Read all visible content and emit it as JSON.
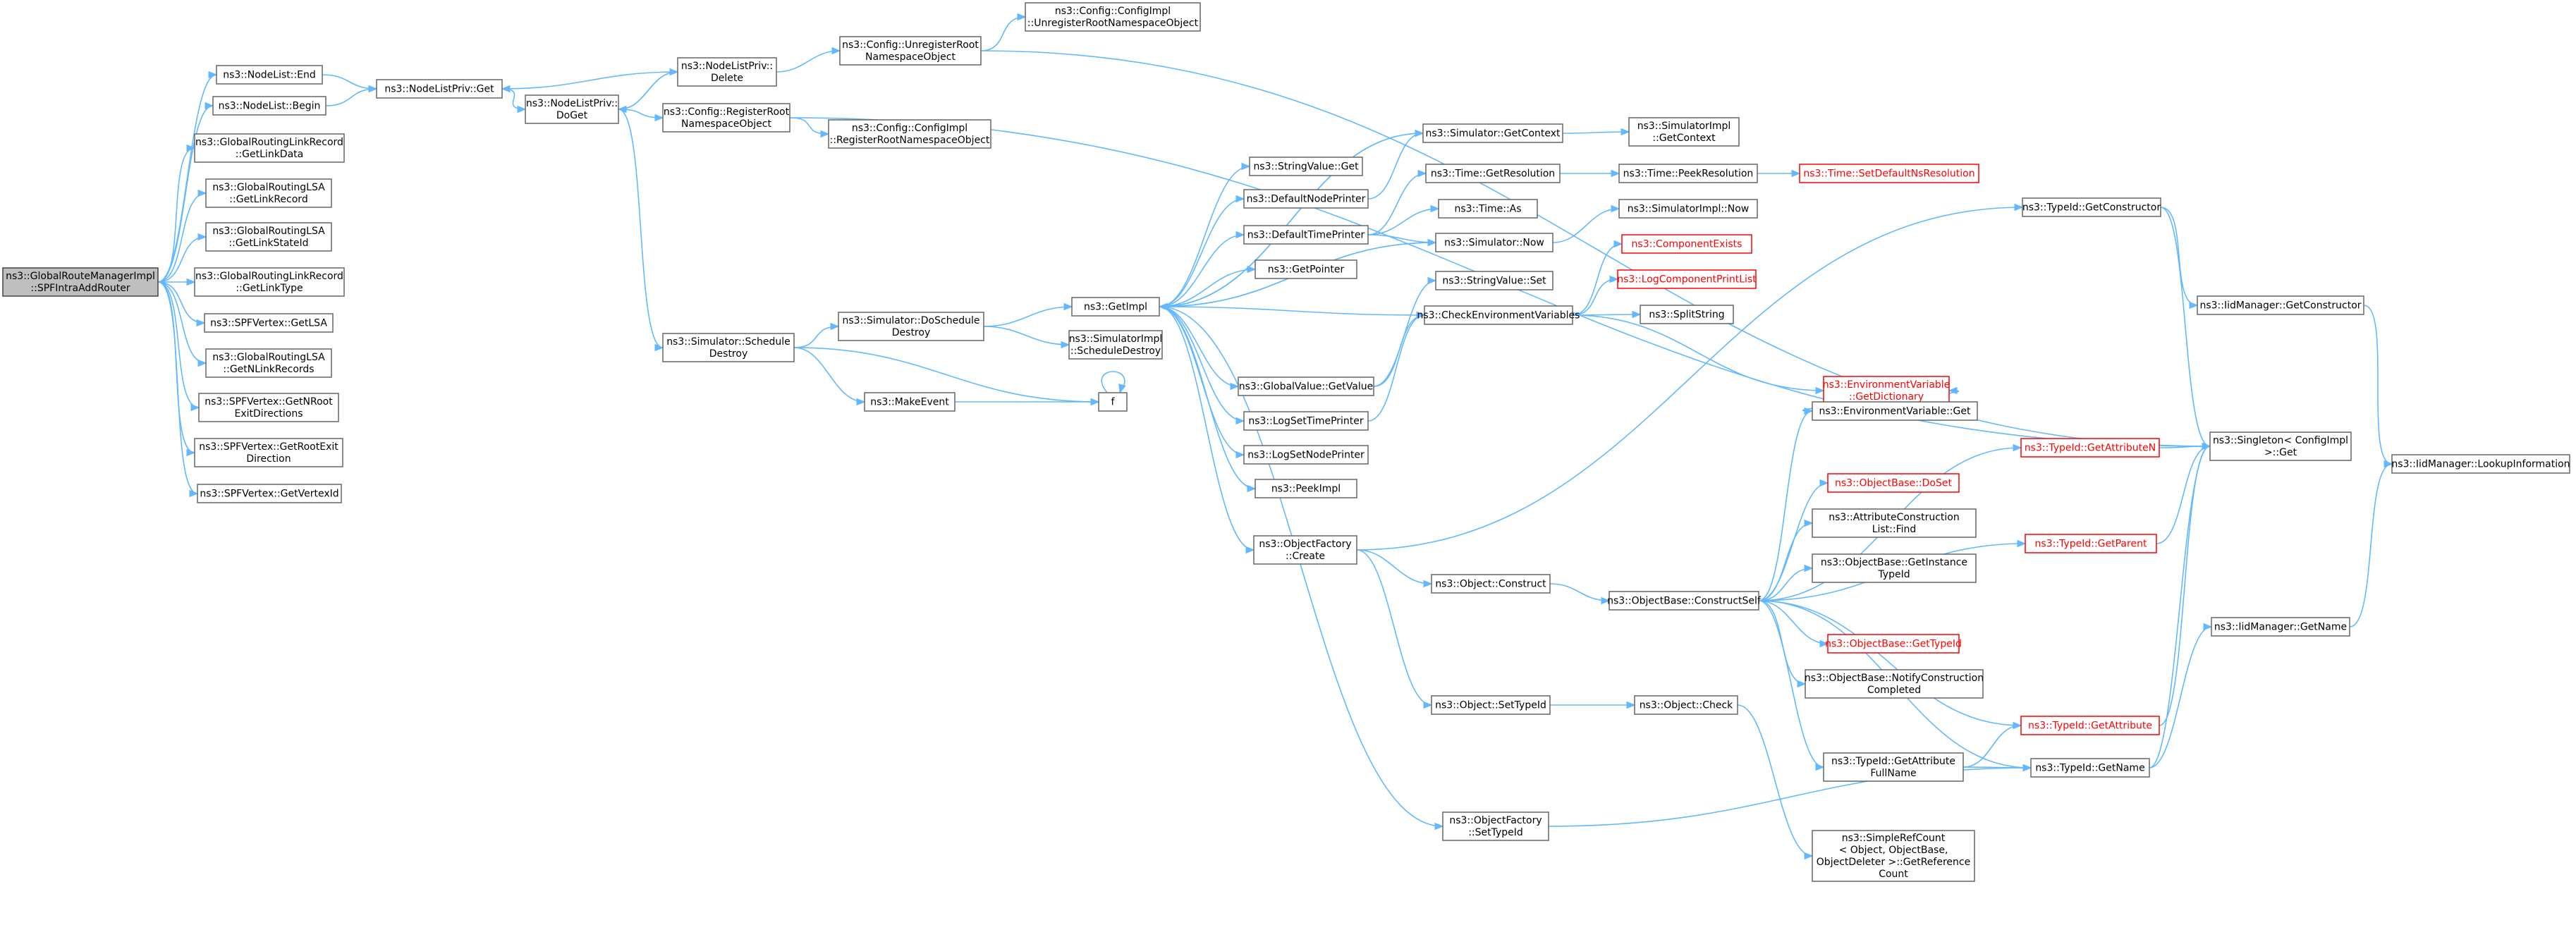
{
  "graph": {
    "colors": {
      "edge": "#63b8ff",
      "node_border": "#666666",
      "root_fill": "#bfbfbf",
      "warning_border": "#ff0000",
      "background": "#ffffff"
    },
    "nodes": [
      {
        "id": "root",
        "lines": [
          "ns3::GlobalRouteManagerImpl",
          "::SPFIntraAddRouter"
        ],
        "style": "root"
      },
      {
        "id": "nl_end",
        "lines": [
          "ns3::NodeList::End"
        ]
      },
      {
        "id": "nl_begin",
        "lines": [
          "ns3::NodeList::Begin"
        ]
      },
      {
        "id": "glr_getlinkdata",
        "lines": [
          "ns3::GlobalRoutingLinkRecord",
          "::GetLinkData"
        ]
      },
      {
        "id": "glsa_getlinkrecord",
        "lines": [
          "ns3::GlobalRoutingLSA",
          "::GetLinkRecord"
        ]
      },
      {
        "id": "glsa_getlinkstateid",
        "lines": [
          "ns3::GlobalRoutingLSA",
          "::GetLinkStateId"
        ]
      },
      {
        "id": "glr_getlinktype",
        "lines": [
          "ns3::GlobalRoutingLinkRecord",
          "::GetLinkType"
        ]
      },
      {
        "id": "spf_getlsa",
        "lines": [
          "ns3::SPFVertex::GetLSA"
        ]
      },
      {
        "id": "glsa_getnlinkrecords",
        "lines": [
          "ns3::GlobalRoutingLSA",
          "::GetNLinkRecords"
        ]
      },
      {
        "id": "spf_getnroot",
        "lines": [
          "ns3::SPFVertex::GetNRoot",
          "ExitDirections"
        ]
      },
      {
        "id": "spf_getrootexit",
        "lines": [
          "ns3::SPFVertex::GetRootExit",
          "Direction"
        ]
      },
      {
        "id": "spf_getvertexid",
        "lines": [
          "ns3::SPFVertex::GetVertexId"
        ]
      },
      {
        "id": "nlp_get",
        "lines": [
          "ns3::NodeListPriv::Get"
        ]
      },
      {
        "id": "nlp_doget",
        "lines": [
          "ns3::NodeListPriv::",
          "DoGet"
        ]
      },
      {
        "id": "nlp_delete",
        "lines": [
          "ns3::NodeListPriv::",
          "Delete"
        ]
      },
      {
        "id": "cfg_unregister",
        "lines": [
          "ns3::Config::UnregisterRoot",
          "NamespaceObject"
        ]
      },
      {
        "id": "cfgimpl_unregister",
        "lines": [
          "ns3::Config::ConfigImpl",
          "::UnregisterRootNamespaceObject"
        ]
      },
      {
        "id": "cfg_register",
        "lines": [
          "ns3::Config::RegisterRoot",
          "NamespaceObject"
        ]
      },
      {
        "id": "cfgimpl_register",
        "lines": [
          "ns3::Config::ConfigImpl",
          "::RegisterRootNamespaceObject"
        ]
      },
      {
        "id": "sim_scheduledestroy",
        "lines": [
          "ns3::Simulator::Schedule",
          "Destroy"
        ]
      },
      {
        "id": "sim_doscheduledestroy",
        "lines": [
          "ns3::Simulator::DoSchedule",
          "Destroy"
        ]
      },
      {
        "id": "makeevent",
        "lines": [
          "ns3::MakeEvent"
        ]
      },
      {
        "id": "f",
        "lines": [
          "f"
        ]
      },
      {
        "id": "simimpl_scheduledestroy",
        "lines": [
          "ns3::SimulatorImpl",
          "::ScheduleDestroy"
        ]
      },
      {
        "id": "getimpl",
        "lines": [
          "ns3::GetImpl"
        ]
      },
      {
        "id": "stringvalue_get",
        "lines": [
          "ns3::StringValue::Get"
        ]
      },
      {
        "id": "defaultnodeprinter",
        "lines": [
          "ns3::DefaultNodePrinter"
        ]
      },
      {
        "id": "defaulttimeprinter",
        "lines": [
          "ns3::DefaultTimePrinter"
        ]
      },
      {
        "id": "getpointer",
        "lines": [
          "ns3::GetPointer"
        ]
      },
      {
        "id": "globalvalue_getvalue",
        "lines": [
          "ns3::GlobalValue::GetValue"
        ]
      },
      {
        "id": "logsettimeprinter",
        "lines": [
          "ns3::LogSetTimePrinter"
        ]
      },
      {
        "id": "logsetnodeprinter",
        "lines": [
          "ns3::LogSetNodePrinter"
        ]
      },
      {
        "id": "peekimpl",
        "lines": [
          "ns3::PeekImpl"
        ]
      },
      {
        "id": "objfactory_create",
        "lines": [
          "ns3::ObjectFactory",
          "::Create"
        ]
      },
      {
        "id": "objfactory_settypeid",
        "lines": [
          "ns3::ObjectFactory",
          "::SetTypeId"
        ]
      },
      {
        "id": "sim_getcontext",
        "lines": [
          "ns3::Simulator::GetContext"
        ]
      },
      {
        "id": "simimpl_getcontext",
        "lines": [
          "ns3::SimulatorImpl",
          "::GetContext"
        ]
      },
      {
        "id": "time_getresolution",
        "lines": [
          "ns3::Time::GetResolution"
        ]
      },
      {
        "id": "time_peekresolution",
        "lines": [
          "ns3::Time::PeekResolution"
        ]
      },
      {
        "id": "time_setdefaultns",
        "lines": [
          "ns3::Time::SetDefaultNsResolution"
        ],
        "style": "red"
      },
      {
        "id": "time_as",
        "lines": [
          "ns3::Time::As"
        ]
      },
      {
        "id": "sim_now",
        "lines": [
          "ns3::Simulator::Now"
        ]
      },
      {
        "id": "simimpl_now",
        "lines": [
          "ns3::SimulatorImpl::Now"
        ]
      },
      {
        "id": "stringvalue_set",
        "lines": [
          "ns3::StringValue::Set"
        ]
      },
      {
        "id": "checkenvvars",
        "lines": [
          "ns3::CheckEnvironmentVariables"
        ]
      },
      {
        "id": "componentexists",
        "lines": [
          "ns3::ComponentExists"
        ],
        "style": "red"
      },
      {
        "id": "logcomponentprintlist",
        "lines": [
          "ns3::LogComponentPrintList"
        ],
        "style": "red"
      },
      {
        "id": "splitstring",
        "lines": [
          "ns3::SplitString"
        ]
      },
      {
        "id": "envvar_getdictionary",
        "lines": [
          "ns3::EnvironmentVariable",
          "::GetDictionary"
        ],
        "style": "red"
      },
      {
        "id": "envvar_get",
        "lines": [
          "ns3::EnvironmentVariable::Get"
        ]
      },
      {
        "id": "object_construct",
        "lines": [
          "ns3::Object::Construct"
        ]
      },
      {
        "id": "objbase_constructself",
        "lines": [
          "ns3::ObjectBase::ConstructSelf"
        ]
      },
      {
        "id": "object_settypeid",
        "lines": [
          "ns3::Object::SetTypeId"
        ]
      },
      {
        "id": "object_check",
        "lines": [
          "ns3::Object::Check"
        ]
      },
      {
        "id": "simplerefcount",
        "lines": [
          "ns3::SimpleRefCount",
          "< Object, ObjectBase,",
          "ObjectDeleter >::GetReference",
          "Count"
        ]
      },
      {
        "id": "typeid_getconstructor",
        "lines": [
          "ns3::TypeId::GetConstructor"
        ]
      },
      {
        "id": "typeid_getattributen",
        "lines": [
          "ns3::TypeId::GetAttributeN"
        ],
        "style": "red"
      },
      {
        "id": "objbase_doset",
        "lines": [
          "ns3::ObjectBase::DoSet"
        ],
        "style": "red"
      },
      {
        "id": "attrconslist_find",
        "lines": [
          "ns3::AttributeConstruction",
          "List::Find"
        ]
      },
      {
        "id": "objbase_getinstancetypeid",
        "lines": [
          "ns3::ObjectBase::GetInstance",
          "TypeId"
        ]
      },
      {
        "id": "objbase_gettypeid",
        "lines": [
          "ns3::ObjectBase::GetTypeId"
        ],
        "style": "red"
      },
      {
        "id": "objbase_notifyconstruction",
        "lines": [
          "ns3::ObjectBase::NotifyConstruction",
          "Completed"
        ]
      },
      {
        "id": "typeid_getattributefullname",
        "lines": [
          "ns3::TypeId::GetAttribute",
          "FullName"
        ]
      },
      {
        "id": "typeid_getparent",
        "lines": [
          "ns3::TypeId::GetParent"
        ],
        "style": "red"
      },
      {
        "id": "typeid_getattribute",
        "lines": [
          "ns3::TypeId::GetAttribute"
        ],
        "style": "red"
      },
      {
        "id": "typeid_getname",
        "lines": [
          "ns3::TypeId::GetName"
        ]
      },
      {
        "id": "singleton_get",
        "lines": [
          "ns3::Singleton< ConfigImpl",
          " >::Get"
        ]
      },
      {
        "id": "iidmanager_getconstructor",
        "lines": [
          "ns3::IidManager::GetConstructor"
        ]
      },
      {
        "id": "iidmanager_getname",
        "lines": [
          "ns3::IidManager::GetName"
        ]
      },
      {
        "id": "iidmanager_lookupinformation",
        "lines": [
          "ns3::IidManager::LookupInformation"
        ]
      }
    ],
    "edges": [
      [
        "root",
        "nl_end"
      ],
      [
        "root",
        "nl_begin"
      ],
      [
        "root",
        "glr_getlinkdata"
      ],
      [
        "root",
        "glsa_getlinkrecord"
      ],
      [
        "root",
        "glsa_getlinkstateid"
      ],
      [
        "root",
        "glr_getlinktype"
      ],
      [
        "root",
        "spf_getlsa"
      ],
      [
        "root",
        "glsa_getnlinkrecords"
      ],
      [
        "root",
        "spf_getnroot"
      ],
      [
        "root",
        "spf_getrootexit"
      ],
      [
        "root",
        "spf_getvertexid"
      ],
      [
        "nl_end",
        "nlp_get"
      ],
      [
        "nl_begin",
        "nlp_get"
      ],
      [
        "nlp_get",
        "nlp_doget"
      ],
      [
        "nlp_doget",
        "nlp_delete"
      ],
      [
        "nlp_delete",
        "nlp_get"
      ],
      [
        "nlp_delete",
        "nlp_doget"
      ],
      [
        "nlp_delete",
        "cfg_unregister"
      ],
      [
        "cfg_unregister",
        "cfgimpl_unregister"
      ],
      [
        "cfg_unregister",
        "singleton_get"
      ],
      [
        "nlp_doget",
        "cfg_register"
      ],
      [
        "cfg_register",
        "cfgimpl_register"
      ],
      [
        "cfg_register",
        "singleton_get"
      ],
      [
        "nlp_doget",
        "sim_scheduledestroy"
      ],
      [
        "sim_scheduledestroy",
        "sim_doscheduledestroy"
      ],
      [
        "sim_scheduledestroy",
        "makeevent"
      ],
      [
        "sim_scheduledestroy",
        "f"
      ],
      [
        "makeevent",
        "f"
      ],
      [
        "f",
        "f"
      ],
      [
        "sim_doscheduledestroy",
        "getimpl"
      ],
      [
        "sim_doscheduledestroy",
        "simimpl_scheduledestroy"
      ],
      [
        "getimpl",
        "stringvalue_get"
      ],
      [
        "getimpl",
        "defaultnodeprinter"
      ],
      [
        "getimpl",
        "defaulttimeprinter"
      ],
      [
        "getimpl",
        "getpointer"
      ],
      [
        "getimpl",
        "globalvalue_getvalue"
      ],
      [
        "getimpl",
        "logsettimeprinter"
      ],
      [
        "getimpl",
        "logsetnodeprinter"
      ],
      [
        "getimpl",
        "peekimpl"
      ],
      [
        "getimpl",
        "objfactory_create"
      ],
      [
        "getimpl",
        "objfactory_settypeid"
      ],
      [
        "getimpl",
        "sim_getcontext"
      ],
      [
        "getimpl",
        "sim_now"
      ],
      [
        "getimpl",
        "checkenvvars"
      ],
      [
        "sim_getcontext",
        "getimpl"
      ],
      [
        "sim_getcontext",
        "simimpl_getcontext"
      ],
      [
        "defaultnodeprinter",
        "sim_getcontext"
      ],
      [
        "defaulttimeprinter",
        "time_getresolution"
      ],
      [
        "defaulttimeprinter",
        "time_as"
      ],
      [
        "defaulttimeprinter",
        "sim_now"
      ],
      [
        "time_getresolution",
        "time_peekresolution"
      ],
      [
        "time_peekresolution",
        "time_setdefaultns"
      ],
      [
        "sim_now",
        "getimpl"
      ],
      [
        "sim_now",
        "simimpl_now"
      ],
      [
        "globalvalue_getvalue",
        "stringvalue_set"
      ],
      [
        "globalvalue_getvalue",
        "checkenvvars"
      ],
      [
        "logsettimeprinter",
        "checkenvvars"
      ],
      [
        "checkenvvars",
        "componentexists"
      ],
      [
        "checkenvvars",
        "logcomponentprintlist"
      ],
      [
        "checkenvvars",
        "splitstring"
      ],
      [
        "checkenvvars",
        "envvar_getdictionary"
      ],
      [
        "envvar_get",
        "envvar_getdictionary"
      ],
      [
        "objfactory_create",
        "typeid_getconstructor"
      ],
      [
        "objfactory_create",
        "object_construct"
      ],
      [
        "objfactory_create",
        "object_settypeid"
      ],
      [
        "object_construct",
        "objbase_constructself"
      ],
      [
        "object_settypeid",
        "object_check"
      ],
      [
        "object_check",
        "simplerefcount"
      ],
      [
        "objfactory_settypeid",
        "typeid_getname"
      ],
      [
        "objbase_constructself",
        "envvar_get"
      ],
      [
        "objbase_constructself",
        "typeid_getattributen"
      ],
      [
        "objbase_constructself",
        "objbase_doset"
      ],
      [
        "objbase_constructself",
        "attrconslist_find"
      ],
      [
        "objbase_constructself",
        "objbase_getinstancetypeid"
      ],
      [
        "objbase_constructself",
        "objbase_gettypeid"
      ],
      [
        "objbase_constructself",
        "objbase_notifyconstruction"
      ],
      [
        "objbase_constructself",
        "typeid_getattributefullname"
      ],
      [
        "objbase_constructself",
        "typeid_getparent"
      ],
      [
        "objbase_constructself",
        "typeid_getattribute"
      ],
      [
        "objbase_constructself",
        "typeid_getname"
      ],
      [
        "typeid_getattributefullname",
        "typeid_getattribute"
      ],
      [
        "typeid_getattributefullname",
        "typeid_getname"
      ],
      [
        "typeid_getconstructor",
        "singleton_get"
      ],
      [
        "typeid_getconstructor",
        "iidmanager_getconstructor"
      ],
      [
        "typeid_getattributen",
        "singleton_get"
      ],
      [
        "typeid_getparent",
        "singleton_get"
      ],
      [
        "typeid_getattribute",
        "singleton_get"
      ],
      [
        "typeid_getname",
        "singleton_get"
      ],
      [
        "typeid_getname",
        "iidmanager_getname"
      ],
      [
        "iidmanager_getconstructor",
        "iidmanager_lookupinformation"
      ],
      [
        "iidmanager_getname",
        "iidmanager_lookupinformation"
      ]
    ]
  }
}
